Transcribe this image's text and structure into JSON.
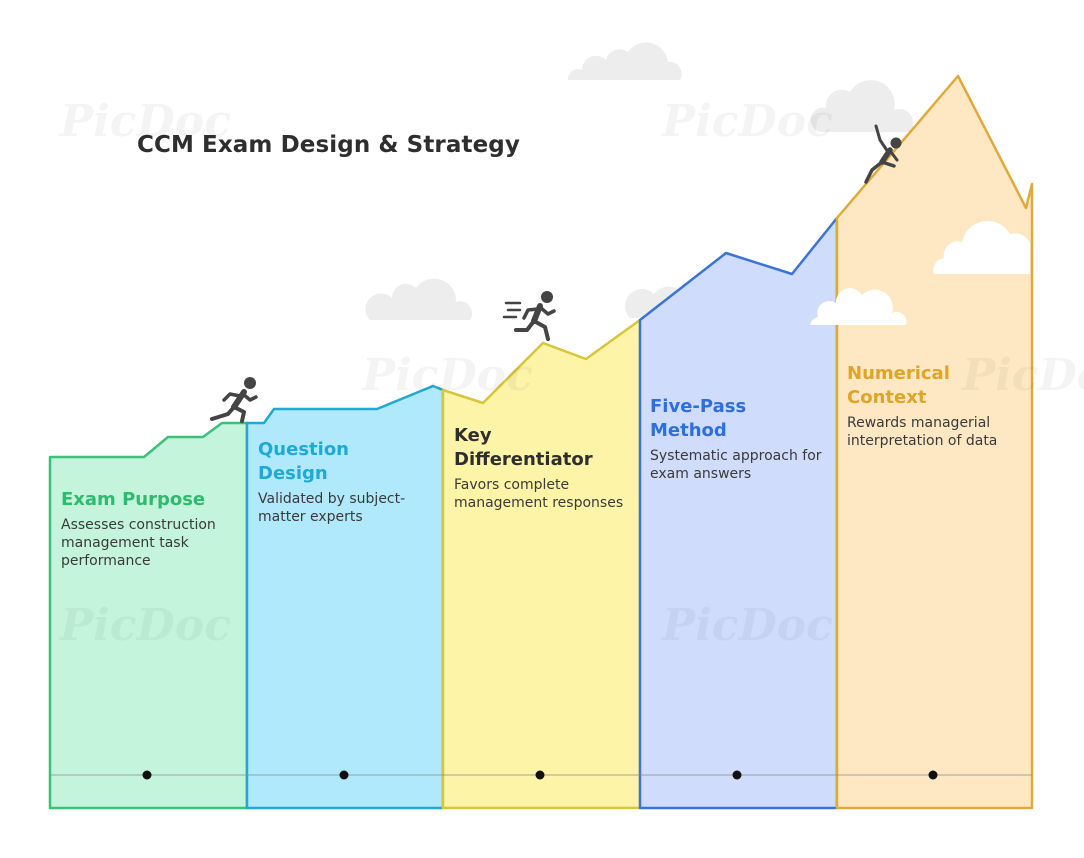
{
  "title": "CCM Exam Design & Strategy",
  "watermark": "PicDoc",
  "steps": [
    {
      "title_lines": [
        "Exam Purpose"
      ],
      "desc_lines": [
        "Assesses construction",
        "management task",
        "performance"
      ],
      "color": "#2fba6e",
      "fill": "#c4f4dc",
      "stroke": "#3cc07a"
    },
    {
      "title_lines": [
        "Question",
        "Design"
      ],
      "desc_lines": [
        "Validated by subject-",
        "matter experts"
      ],
      "color": "#1fa9d6",
      "fill": "#b0e9fb",
      "stroke": "#24a8d2"
    },
    {
      "title_lines": [
        "Key",
        "Differentiator"
      ],
      "desc_lines": [
        "Favors complete",
        "management responses"
      ],
      "color": "#2e2e2e",
      "fill": "#fdf4a8",
      "stroke": "#d9c53a"
    },
    {
      "title_lines": [
        "Five-Pass",
        "Method"
      ],
      "desc_lines": [
        "Systematic approach for",
        "exam answers"
      ],
      "color": "#2f6fdc",
      "fill": "#cfdcfb",
      "stroke": "#3a74d8"
    },
    {
      "title_lines": [
        "Numerical",
        "Context"
      ],
      "desc_lines": [
        "Rewards managerial",
        "interpretation of data"
      ],
      "color": "#e0a429",
      "fill": "#fde8c3",
      "stroke": "#e0a93c"
    }
  ],
  "icons": [
    "runner-icon",
    "sprinter-icon",
    "climber-icon",
    "cloud-icon"
  ]
}
